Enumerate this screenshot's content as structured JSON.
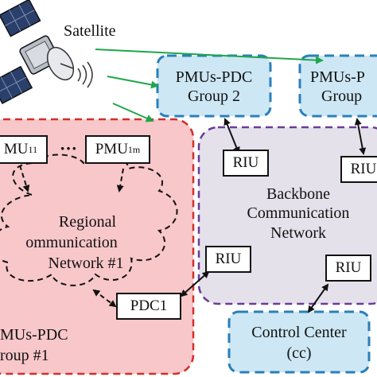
{
  "satellite_label": "Satellite",
  "groups": {
    "group1": {
      "line1": "MUs-PDC",
      "line2": "roup #1"
    },
    "group2": {
      "line1": "PMUs-PDC",
      "line2": "Group 2"
    },
    "group3": {
      "line1": "PMUs-P",
      "line2": "Group"
    }
  },
  "pmu_left": {
    "text": "MU",
    "sub": "11"
  },
  "pmu_ellipsis": "···",
  "pmu_right": {
    "text": "PMU",
    "sub": "1m"
  },
  "regional": {
    "line1": "Regional",
    "line2": "ommunication",
    "line3": "Network #1"
  },
  "pdc1": "PDC1",
  "backbone": {
    "line1": "Backbone",
    "line2": "Communication",
    "line3": "Network"
  },
  "riu": {
    "top_center": "RIU",
    "top_right": "RIU",
    "mid_left": "RIU",
    "mid_right": "RIU"
  },
  "control_center": {
    "line1": "Control Center",
    "line2": "(cc)"
  },
  "colors": {
    "group_red_fill": "#f8c7c9",
    "group_red_border": "#d0302c",
    "group_blue_fill": "#cde8f4",
    "group_blue_border": "#2a7fba",
    "backbone_fill": "#e4e1ea",
    "backbone_border": "#6b3a9a",
    "satellite_arrow": "#1fa64a"
  }
}
